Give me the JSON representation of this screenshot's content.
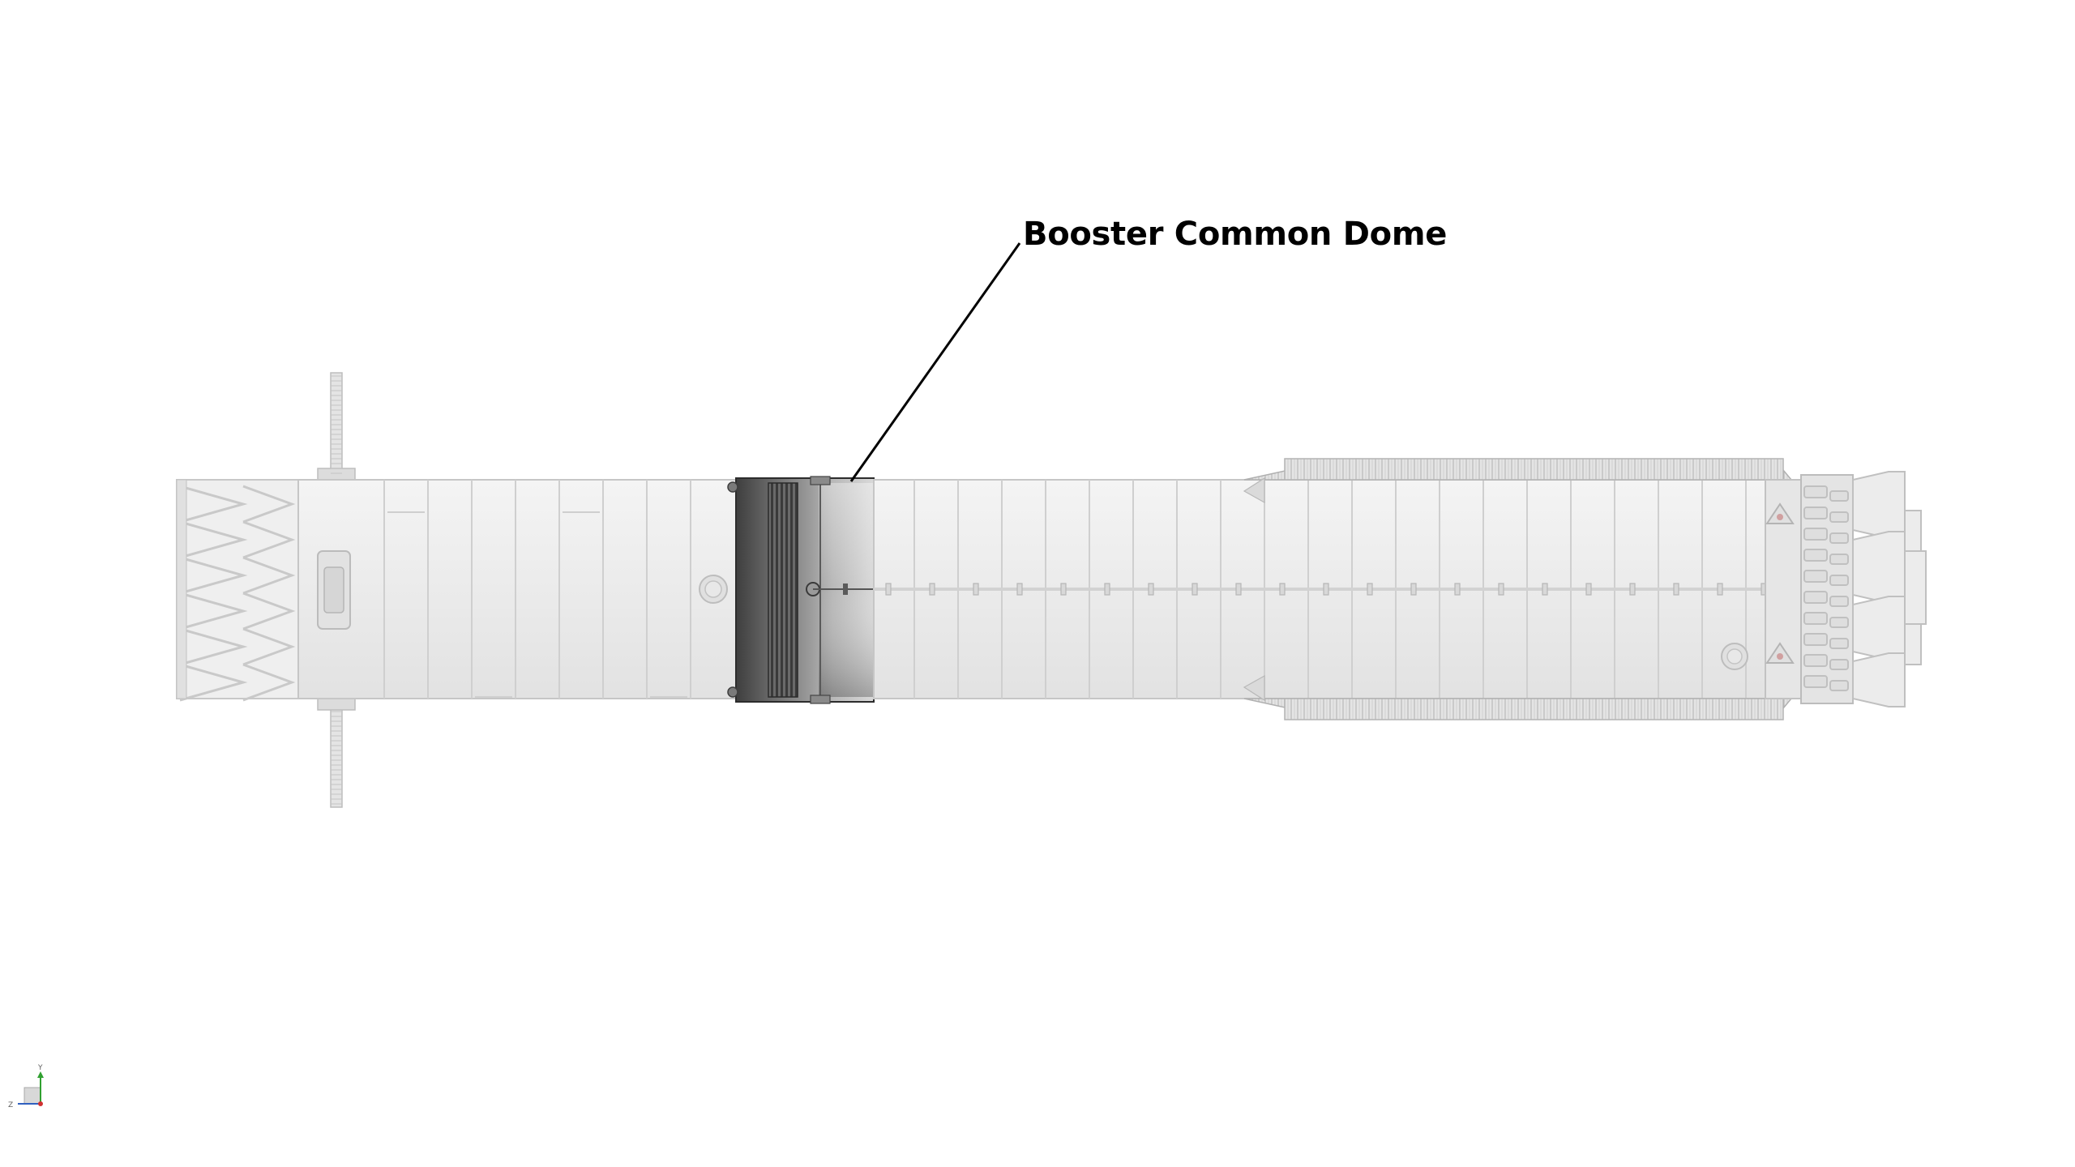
{
  "annotation": {
    "label": "Booster Common Dome"
  },
  "colors": {
    "background": "#ffffff",
    "body_fill": "#ebebeb",
    "body_stroke": "#c4c4c4",
    "highlight_dark": "#4a4a4a",
    "highlight_mid": "#8a8a8a",
    "highlight_light": "#d2d2d2",
    "leader_line": "#000000"
  },
  "axis_triad": {
    "x_color": "#d03030",
    "y_color": "#30a030",
    "z_label": "Z",
    "y_label": "Y"
  }
}
